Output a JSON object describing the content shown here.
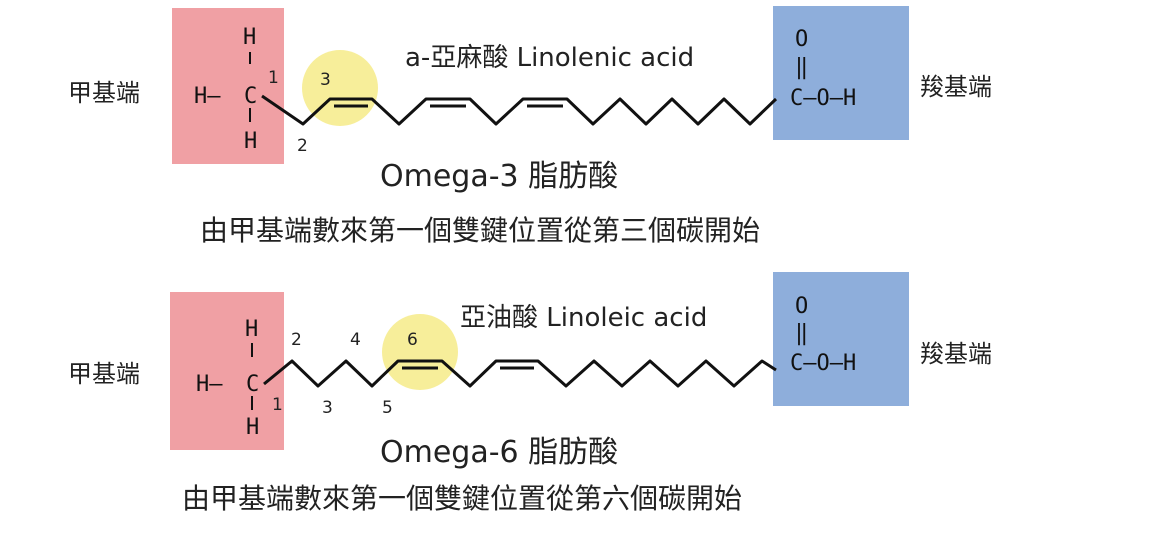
{
  "diagrams": [
    {
      "methyl_end_label": "甲基端",
      "carboxyl_end_label": "羧基端",
      "acid_name": "a-亞麻酸 Linolenic acid",
      "omega_title": "Omega-3 脂肪酸",
      "description": "由甲基端數來第一個雙鍵位置從第三個碳開始",
      "title_color": "#e8651c",
      "highlight_carbon": "3",
      "carbon_numbers": [
        "1",
        "2",
        "3"
      ],
      "methyl_atoms": {
        "h_top": "H",
        "h_left": "H–",
        "c": "C",
        "h_bottom": "H"
      },
      "carboxyl_atoms": {
        "o_top": "O",
        "bond": "‖",
        "group": "C–O–H"
      }
    },
    {
      "methyl_end_label": "甲基端",
      "carboxyl_end_label": "羧基端",
      "acid_name": "亞油酸 Linoleic acid",
      "omega_title": "Omega-6 脂肪酸",
      "description": "由甲基端數來第一個雙鍵位置從第六個碳開始",
      "title_color": "#8a4fb0",
      "highlight_carbon": "6",
      "carbon_numbers": [
        "1",
        "2",
        "3",
        "4",
        "5",
        "6"
      ],
      "methyl_atoms": {
        "h_top": "H",
        "h_left": "H–",
        "c": "C",
        "h_bottom": "H"
      },
      "carboxyl_atoms": {
        "o_top": "O",
        "bond": "‖",
        "group": "C–O–H"
      }
    }
  ],
  "colors": {
    "methyl_box": "#f0a0a4",
    "carboxyl_box": "#8eaedb",
    "highlight": "#f7ee9a"
  }
}
